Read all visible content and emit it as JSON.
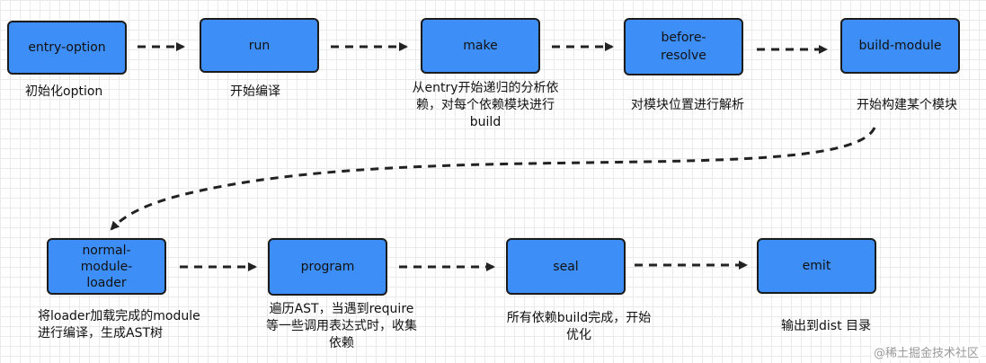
{
  "diagram": {
    "colors": {
      "node_fill": "#3d8ef7",
      "node_border": "#1b1b1b",
      "arrow": "#222222"
    },
    "nodes": [
      {
        "id": "entry-option",
        "label": "entry-option",
        "caption": "初始化option"
      },
      {
        "id": "run",
        "label": "run",
        "caption": "开始编译"
      },
      {
        "id": "make",
        "label": "make",
        "caption": "从entry开始递归的分析依\n赖，对每个依赖模块进行\nbuild"
      },
      {
        "id": "before-resolve",
        "label": "before-\nresolve",
        "caption": "对模块位置进行解析"
      },
      {
        "id": "build-module",
        "label": "build-module",
        "caption": "开始构建某个模块"
      },
      {
        "id": "normal-module-loader",
        "label": "normal-\nmodule-\nloader",
        "caption": "将loader加载完成的module\n进行编译，生成AST树"
      },
      {
        "id": "program",
        "label": "program",
        "caption": "遍历AST，当遇到require\n等一些调用表达式时，收集\n依赖"
      },
      {
        "id": "seal",
        "label": "seal",
        "caption": "所有依赖build完成，开始\n优化"
      },
      {
        "id": "emit",
        "label": "emit",
        "caption": "输出到dist 目录"
      }
    ],
    "watermark": "@稀土掘金技术社区"
  }
}
